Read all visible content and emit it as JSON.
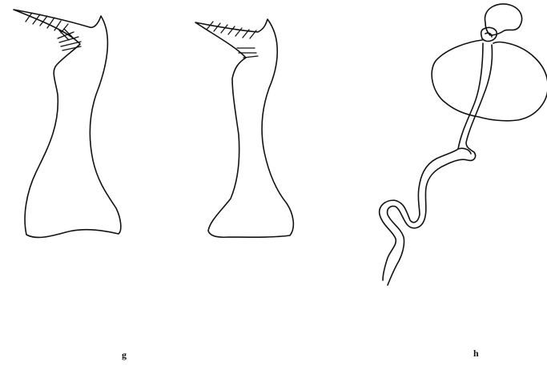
{
  "figure": {
    "panels": [
      {
        "label": "g",
        "contents": [
          "left-sclerite",
          "right-sclerite"
        ]
      },
      {
        "label": "h",
        "contents": [
          "spermatheca"
        ]
      }
    ],
    "ink_color": "#111111",
    "background_color": "#ffffff"
  }
}
